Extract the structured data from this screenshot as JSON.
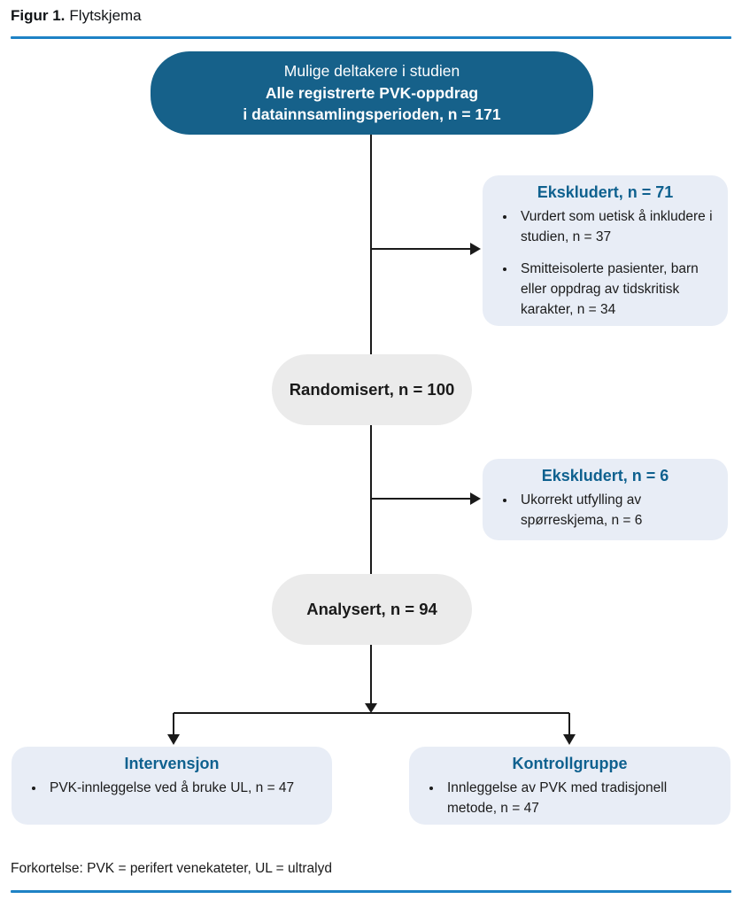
{
  "title": {
    "figure_label": "Figur 1.",
    "figure_title": "Flytskjema"
  },
  "colors": {
    "enrollment_box_bg": "#16618a",
    "heading_teal": "#0f618f",
    "light_box_bg": "#e8edf6",
    "pill_box_bg": "#ebebeb",
    "rule_blue": "#1e82c5",
    "connector_black": "#1a1a1a",
    "text_dark": "#1b1b1b"
  },
  "flowchart": {
    "enrollment": {
      "line1": "Mulige deltakere i studien",
      "line2": "Alle registrerte PVK-oppdrag",
      "line3": "i datainnsamlingsperioden, n = 171"
    },
    "excluded1": {
      "title": "Ekskludert, n = 71",
      "bullets": [
        "Vurdert som uetisk å inkludere i studien, n = 37",
        "Smitteisolerte pasienter, barn eller oppdrag av tidskritisk karakter, n = 34"
      ]
    },
    "randomized": {
      "label": "Randomisert, n = 100"
    },
    "excluded2": {
      "title": "Ekskludert, n = 6",
      "bullets": [
        "Ukorrekt utfylling av spørreskjema, n = 6"
      ]
    },
    "analyzed": {
      "label": "Analysert, n = 94"
    },
    "intervention": {
      "title": "Intervensjon",
      "bullets": [
        "PVK-innleggelse ved å bruke UL, n = 47"
      ]
    },
    "control": {
      "title": "Kontrollgruppe",
      "bullets": [
        "Innleggelse av PVK med tradisjonell metode, n = 47"
      ]
    }
  },
  "footer": {
    "abbreviation": "Forkortelse: PVK = perifert venekateter, UL = ultralyd"
  }
}
